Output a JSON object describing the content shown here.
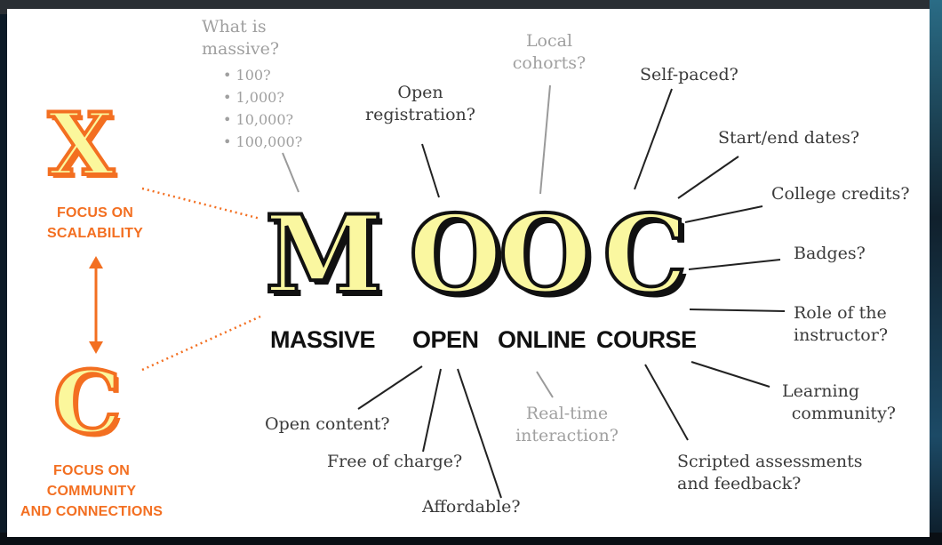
{
  "left": {
    "x_letter": "X",
    "x_caption": [
      "FOCUS ON",
      "SCALABILITY"
    ],
    "c_letter": "C",
    "c_caption": [
      "FOCUS ON",
      "COMMUNITY",
      "AND CONNECTIONS"
    ]
  },
  "mooc": [
    {
      "letter": "M",
      "word": "MASSIVE"
    },
    {
      "letter": "O",
      "word": "OPEN"
    },
    {
      "letter": "O",
      "word": "ONLINE"
    },
    {
      "letter": "C",
      "word": "COURSE"
    }
  ],
  "massive_question": [
    "What is",
    "massive?"
  ],
  "massive_bullets": [
    "100?",
    "1,000?",
    "10,000?",
    "100,000?"
  ],
  "bullet_glyph": "•",
  "labels": {
    "open_registration": [
      "Open",
      "registration?"
    ],
    "local_cohorts": [
      "Local",
      "cohorts?"
    ],
    "self_paced": "Self-paced?",
    "start_end_dates": "Start/end dates?",
    "college_credits": "College credits?",
    "badges": "Badges?",
    "role_of_instructor": [
      "Role of the",
      "instructor?"
    ],
    "learning_community": [
      "Learning",
      "community?"
    ],
    "scripted_assessments": [
      "Scripted assessments",
      "and feedback?"
    ],
    "real_time_interaction": [
      "Real-time",
      "interaction?"
    ],
    "open_content": "Open content?",
    "free_of_charge": "Free of charge?",
    "affordable": "Affordable?"
  },
  "colors": {
    "accent_orange": "#f36f21",
    "letter_fill": "#faf7a0",
    "text_dark": "#3a3a3a",
    "text_gray": "#a0a0a0"
  }
}
